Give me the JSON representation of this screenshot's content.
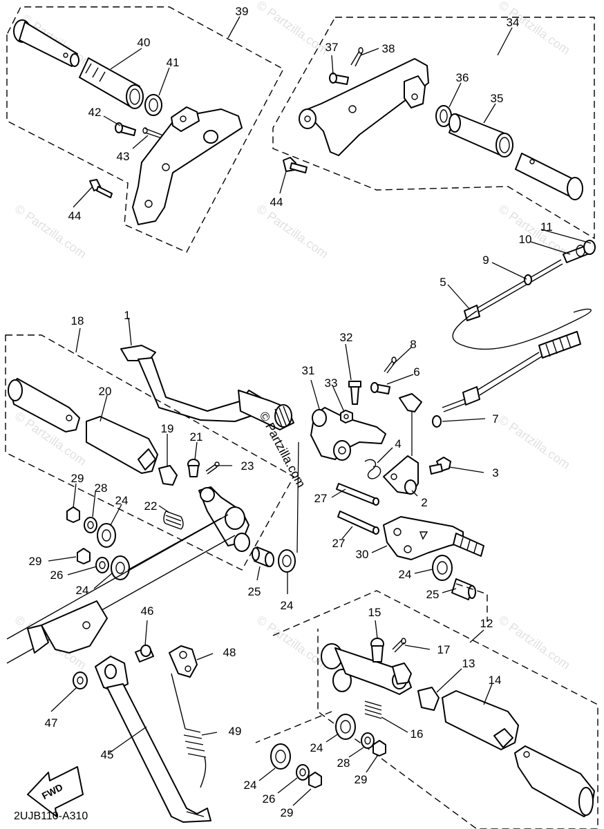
{
  "diagram": {
    "code": "2UJB110-A310",
    "fwd_label": "FWD",
    "watermark": "© Partzilla.com",
    "labels": {
      "p1": "1",
      "p2": "2",
      "p3": "3",
      "p4": "4",
      "p5": "5",
      "p6": "6",
      "p7": "7",
      "p8": "8",
      "p9": "9",
      "p10": "10",
      "p11": "11",
      "p12": "12",
      "p13": "13",
      "p14": "14",
      "p15": "15",
      "p16": "16",
      "p17": "17",
      "p18": "18",
      "p19": "19",
      "p20": "20",
      "p21": "21",
      "p22": "22",
      "p23": "23",
      "p24": "24",
      "p25": "25",
      "p26": "26",
      "p27": "27",
      "p28": "28",
      "p29": "29",
      "p30": "30",
      "p31": "31",
      "p32": "32",
      "p33": "33",
      "p34": "34",
      "p35": "35",
      "p36": "36",
      "p37": "37",
      "p38": "38",
      "p39": "39",
      "p40": "40",
      "p41": "41",
      "p42": "42",
      "p43": "43",
      "p44": "44",
      "p45": "45",
      "p46": "46",
      "p47": "47",
      "p48": "48",
      "p49": "49"
    }
  }
}
